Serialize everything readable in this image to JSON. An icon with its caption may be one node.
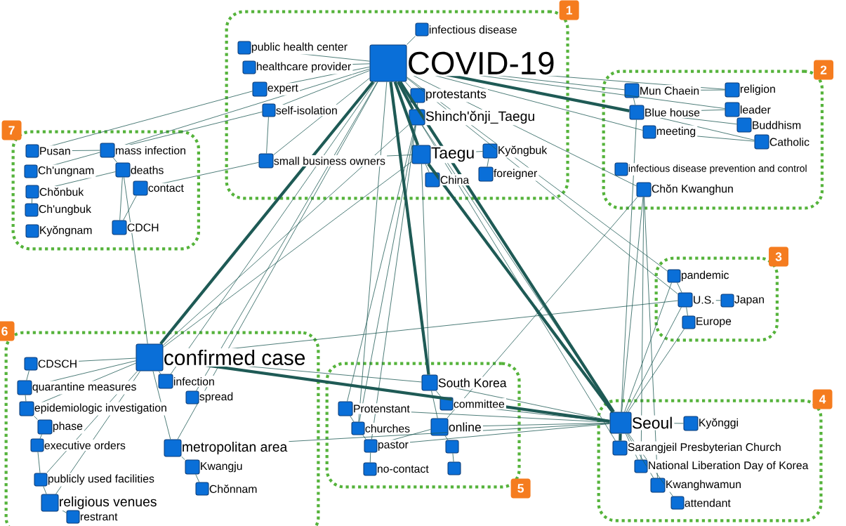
{
  "diagram": {
    "nodes": [
      {
        "text": [
          "1"
        ]
      },
      {
        "text": [
          "2"
        ]
      },
      {
        "text": [
          "3"
        ]
      },
      {
        "text": [
          "4"
        ]
      },
      {
        "text": [
          "5"
        ]
      },
      {
        "text": [
          "6"
        ]
      },
      {
        "text": [
          "7"
        ]
      },
      {
        "text": [
          "infectious disease"
        ],
        "in": 0
      },
      {
        "text": [
          "COVID-19"
        ],
        "in": 0
      },
      {
        "text": [
          "public health center"
        ],
        "in": 0
      },
      {
        "text": [
          "healthcare provider"
        ],
        "in": 0
      },
      {
        "text": [
          "expert"
        ],
        "in": 0
      },
      {
        "text": [
          "self-isolation"
        ],
        "in": 0
      },
      {
        "text": [
          "protestants"
        ],
        "in": 0
      },
      {
        "text": [
          "Shinch'ŏnji_Taegu"
        ],
        "in": 0
      },
      {
        "text": [
          "small business owners"
        ],
        "in": 0
      },
      {
        "text": [
          "Taegu"
        ],
        "in": 0
      },
      {
        "text": [
          "Kyŏngbuk"
        ],
        "in": 0
      },
      {
        "text": [
          "China"
        ],
        "in": 0
      },
      {
        "text": [
          "foreigner"
        ],
        "in": 0
      },
      {
        "text": [
          "Mun Chaein"
        ],
        "in": 1
      },
      {
        "text": [
          "religion"
        ],
        "in": 1
      },
      {
        "text": [
          "Blue house"
        ],
        "in": 1
      },
      {
        "text": [
          "leader"
        ],
        "in": 1
      },
      {
        "text": [
          "Buddhism"
        ],
        "in": 1
      },
      {
        "text": [
          "meeting"
        ],
        "in": 1
      },
      {
        "text": [
          "Catholic"
        ],
        "in": 1
      },
      {
        "text": [
          "infectious disease prevention and control"
        ],
        "in": 1
      },
      {
        "text": [
          "Chŏn Kwanghun"
        ],
        "in": 1
      },
      {
        "text": [
          "pandemic"
        ],
        "in": 2
      },
      {
        "text": [
          "U.S."
        ],
        "in": 2
      },
      {
        "text": [
          "Japan"
        ],
        "in": 2
      },
      {
        "text": [
          "Europe"
        ],
        "in": 2
      },
      {
        "text": [
          "Seoul"
        ],
        "in": 3
      },
      {
        "text": [
          "Kyŏnggi"
        ],
        "in": 3
      },
      {
        "text": [
          "Sarangjeil Presbyterian Church"
        ],
        "in": 3
      },
      {
        "text": [
          "National Liberation Day of Korea"
        ],
        "in": 3
      },
      {
        "text": [
          "Kwanghwamun"
        ],
        "in": 3
      },
      {
        "text": [
          "attendant"
        ],
        "in": 3
      },
      {
        "text": [
          "South Korea"
        ],
        "in": 4
      },
      {
        "text": [
          "committee"
        ],
        "in": 4
      },
      {
        "text": [
          "Protenstant"
        ],
        "in": 4
      },
      {
        "text": [
          "churches"
        ],
        "in": 4
      },
      {
        "text": [
          "online"
        ],
        "in": 4
      },
      {
        "text": [
          "pastor"
        ],
        "in": 4
      },
      {
        "text": [],
        "shape": "box",
        "in": 4
      },
      {
        "text": [
          "no-contact"
        ],
        "in": 4
      },
      {
        "text": [],
        "shape": "box",
        "in": 4
      },
      {
        "text": [
          "CDSCH"
        ],
        "in": 5
      },
      {
        "text": [
          "confirmed case"
        ],
        "in": 5
      },
      {
        "text": [
          "quarantine measures"
        ],
        "in": 5
      },
      {
        "text": [
          "infection"
        ],
        "in": 5
      },
      {
        "text": [
          "epidemiologic investigation"
        ],
        "in": 5
      },
      {
        "text": [
          "spread"
        ],
        "in": 5
      },
      {
        "text": [
          "phase"
        ],
        "in": 5
      },
      {
        "text": [
          "executive orders"
        ],
        "in": 5
      },
      {
        "text": [
          "metropolitan area"
        ],
        "in": 5
      },
      {
        "text": [
          "Kwangju"
        ],
        "in": 5
      },
      {
        "text": [
          "Chŏnnam"
        ],
        "in": 5
      },
      {
        "text": [
          "publicly used facilities"
        ],
        "in": 5
      },
      {
        "text": [
          "religious venues"
        ],
        "in": 5
      },
      {
        "text": [
          "restrant"
        ],
        "in": 5
      },
      {
        "text": [
          "Pusan"
        ],
        "in": 6
      },
      {
        "text": [
          "mass infection"
        ],
        "in": 6
      },
      {
        "text": [
          "Ch'ungnam"
        ],
        "in": 6
      },
      {
        "text": [
          "deaths"
        ],
        "in": 6
      },
      {
        "text": [
          "Chŏnbuk"
        ],
        "in": 6
      },
      {
        "text": [
          "contact"
        ],
        "in": 6
      },
      {
        "text": [
          "Ch'ungbuk"
        ],
        "in": 6
      },
      {
        "text": [
          "Kyŏngnam"
        ],
        "in": 6
      },
      {
        "text": [
          "CDCH"
        ],
        "in": 6
      }
    ],
    "edges": [
      {
        "from": 8,
        "to": 49,
        "arrow": "none",
        "style": "thick"
      },
      {
        "from": 8,
        "to": 33,
        "arrow": "none",
        "style": "thick"
      },
      {
        "from": 16,
        "to": 33,
        "arrow": "none",
        "style": "thick"
      },
      {
        "from": 8,
        "to": 16,
        "arrow": "none",
        "style": "thick"
      },
      {
        "from": 8,
        "to": 14,
        "arrow": "none",
        "style": "thick"
      },
      {
        "from": 8,
        "to": 13,
        "arrow": "none"
      },
      {
        "from": 8,
        "to": 7,
        "arrow": "none"
      },
      {
        "from": 8,
        "to": 9,
        "arrow": "none"
      },
      {
        "from": 8,
        "to": 10,
        "arrow": "none"
      },
      {
        "from": 8,
        "to": 11,
        "arrow": "none"
      },
      {
        "from": 8,
        "to": 12,
        "arrow": "none"
      },
      {
        "from": 8,
        "to": 15,
        "arrow": "none"
      },
      {
        "from": 17,
        "to": 19,
        "arrow": "none"
      },
      {
        "from": 8,
        "to": 20,
        "arrow": "none"
      },
      {
        "from": 8,
        "to": 22,
        "arrow": "none",
        "style": "thick"
      },
      {
        "from": 8,
        "to": 21,
        "arrow": "none"
      },
      {
        "from": 8,
        "to": 23,
        "arrow": "none"
      },
      {
        "from": 8,
        "to": 25,
        "arrow": "none"
      },
      {
        "from": 8,
        "to": 28,
        "arrow": "none"
      },
      {
        "from": 8,
        "to": 39,
        "arrow": "none",
        "style": "thick"
      },
      {
        "from": 39,
        "to": 43,
        "arrow": "none"
      },
      {
        "from": 8,
        "to": 56,
        "arrow": "none"
      },
      {
        "from": 8,
        "to": 63,
        "arrow": "none"
      },
      {
        "from": 8,
        "to": 30,
        "arrow": "none"
      },
      {
        "from": 8,
        "to": 29,
        "arrow": "none"
      },
      {
        "from": 8,
        "to": 51,
        "arrow": "none"
      },
      {
        "from": 8,
        "to": 53,
        "arrow": "none"
      },
      {
        "from": 8,
        "to": 42,
        "arrow": "none"
      },
      {
        "from": 49,
        "to": 33,
        "arrow": "none",
        "style": "thick"
      },
      {
        "from": 49,
        "to": 39,
        "arrow": "none"
      },
      {
        "from": 49,
        "to": 56,
        "arrow": "none"
      },
      {
        "from": 49,
        "to": 51,
        "arrow": "none"
      },
      {
        "from": 49,
        "to": 48,
        "arrow": "none"
      },
      {
        "from": 49,
        "to": 50,
        "arrow": "none"
      },
      {
        "from": 49,
        "to": 52,
        "arrow": "none"
      },
      {
        "from": 49,
        "to": 16,
        "arrow": "none"
      },
      {
        "from": 49,
        "to": 65,
        "arrow": "none"
      },
      {
        "from": 49,
        "to": 14,
        "arrow": "none"
      },
      {
        "from": 49,
        "to": 59,
        "arrow": "none"
      },
      {
        "from": 49,
        "to": 60,
        "arrow": "none"
      },
      {
        "from": 49,
        "to": 30,
        "arrow": "none"
      },
      {
        "from": 33,
        "to": 43,
        "arrow": "none"
      },
      {
        "from": 33,
        "to": 41,
        "arrow": "none"
      },
      {
        "from": 33,
        "to": 35,
        "arrow": "none",
        "style": "thick"
      },
      {
        "from": 33,
        "to": 36,
        "arrow": "none"
      },
      {
        "from": 33,
        "to": 37,
        "arrow": "none"
      },
      {
        "from": 33,
        "to": 38,
        "arrow": "none"
      },
      {
        "from": 33,
        "to": 34,
        "arrow": "none"
      },
      {
        "from": 33,
        "to": 28,
        "arrow": "none"
      },
      {
        "from": 33,
        "to": 22,
        "arrow": "none"
      },
      {
        "from": 33,
        "to": 29,
        "arrow": "none"
      },
      {
        "from": 33,
        "to": 30,
        "arrow": "none"
      },
      {
        "from": 33,
        "to": 32,
        "arrow": "none"
      },
      {
        "from": 33,
        "to": 56,
        "arrow": "none"
      },
      {
        "from": 33,
        "to": 39,
        "arrow": "none"
      },
      {
        "from": 33,
        "to": 44,
        "arrow": "none"
      },
      {
        "from": 33,
        "to": 40,
        "arrow": "none"
      },
      {
        "from": 33,
        "to": 14,
        "arrow": "none"
      },
      {
        "from": 16,
        "to": 39,
        "arrow": "none"
      },
      {
        "from": 16,
        "to": 18,
        "arrow": "none"
      },
      {
        "from": 16,
        "to": 17,
        "arrow": "none"
      },
      {
        "from": 16,
        "to": 15,
        "arrow": "none"
      },
      {
        "from": 14,
        "to": 13,
        "arrow": "none"
      },
      {
        "from": 14,
        "to": 41,
        "arrow": "none"
      },
      {
        "from": 14,
        "to": 42,
        "arrow": "none"
      },
      {
        "from": 14,
        "to": 44,
        "arrow": "none"
      },
      {
        "from": 14,
        "to": 35,
        "arrow": "none"
      },
      {
        "from": 20,
        "to": 21,
        "arrow": "none"
      },
      {
        "from": 22,
        "to": 23,
        "arrow": "none"
      },
      {
        "from": 22,
        "to": 24,
        "arrow": "none"
      },
      {
        "from": 22,
        "to": 26,
        "arrow": "none"
      },
      {
        "from": 20,
        "to": 22,
        "arrow": "none"
      },
      {
        "from": 25,
        "to": 26,
        "arrow": "none"
      },
      {
        "from": 28,
        "to": 36,
        "arrow": "none"
      },
      {
        "from": 28,
        "to": 37,
        "arrow": "none"
      },
      {
        "from": 28,
        "to": 43,
        "arrow": "none"
      },
      {
        "from": 30,
        "to": 31,
        "arrow": "none"
      },
      {
        "from": 30,
        "to": 32,
        "arrow": "none"
      },
      {
        "from": 29,
        "to": 30,
        "arrow": "none"
      },
      {
        "from": 39,
        "to": 40,
        "arrow": "none"
      },
      {
        "from": 43,
        "to": 45,
        "arrow": "none"
      },
      {
        "from": 41,
        "to": 42,
        "arrow": "none"
      },
      {
        "from": 42,
        "to": 44,
        "arrow": "none"
      },
      {
        "from": 44,
        "to": 46,
        "arrow": "none"
      },
      {
        "from": 45,
        "to": 47,
        "arrow": "none"
      },
      {
        "from": 43,
        "to": 44,
        "arrow": "none"
      },
      {
        "from": 56,
        "to": 57,
        "arrow": "none"
      },
      {
        "from": 57,
        "to": 58,
        "arrow": "none"
      },
      {
        "from": 55,
        "to": 59,
        "arrow": "none"
      },
      {
        "from": 59,
        "to": 60,
        "arrow": "none"
      },
      {
        "from": 60,
        "to": 61,
        "arrow": "none"
      },
      {
        "from": 50,
        "to": 52,
        "arrow": "none"
      },
      {
        "from": 52,
        "to": 54,
        "arrow": "none"
      },
      {
        "from": 54,
        "to": 55,
        "arrow": "none"
      },
      {
        "from": 48,
        "to": 50,
        "arrow": "none"
      },
      {
        "from": 62,
        "to": 63,
        "arrow": "none"
      },
      {
        "from": 64,
        "to": 63,
        "arrow": "none"
      },
      {
        "from": 66,
        "to": 65,
        "arrow": "none"
      },
      {
        "from": 65,
        "to": 70,
        "arrow": "none"
      },
      {
        "from": 63,
        "to": 65,
        "arrow": "none"
      },
      {
        "from": 67,
        "to": 70,
        "arrow": "none"
      },
      {
        "from": 68,
        "to": 66,
        "arrow": "none"
      },
      {
        "from": 15,
        "to": 12,
        "arrow": "none"
      },
      {
        "from": 15,
        "to": 67,
        "arrow": "none"
      },
      {
        "from": 12,
        "to": 63,
        "arrow": "none"
      },
      {
        "from": 11,
        "to": 62,
        "arrow": "none"
      }
    ]
  }
}
